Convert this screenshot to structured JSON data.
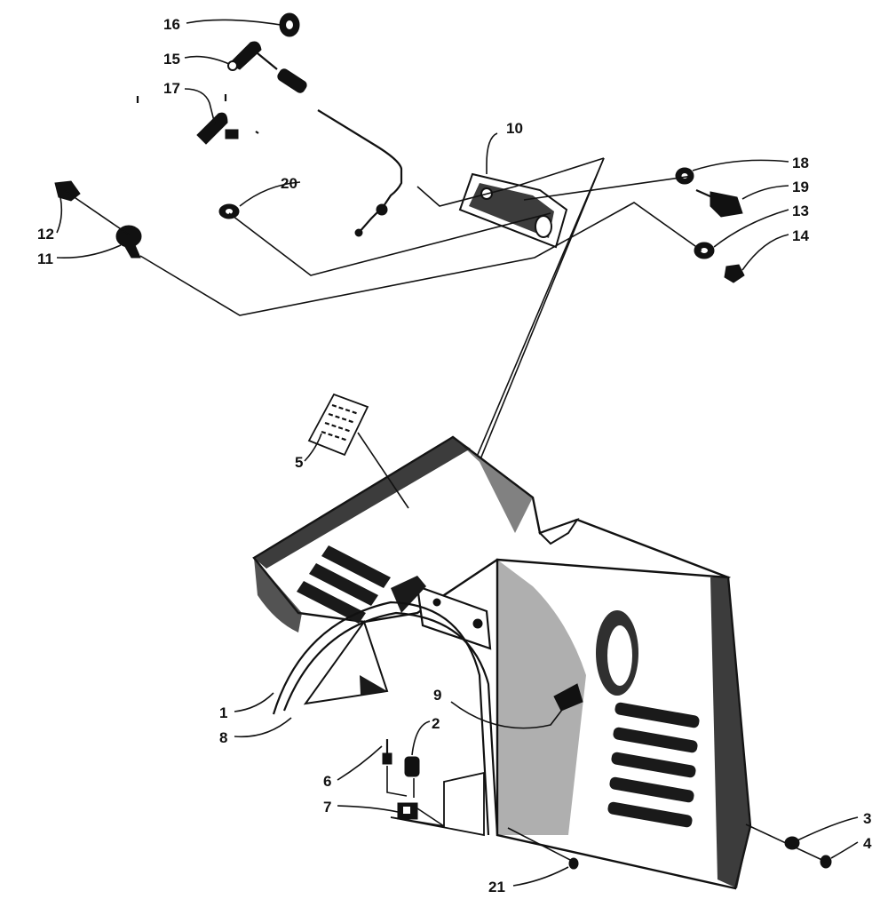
{
  "callouts": [
    "1",
    "2",
    "3",
    "4",
    "5",
    "6",
    "7",
    "8",
    "9",
    "10",
    "11",
    "12",
    "13",
    "14",
    "15",
    "16",
    "17",
    "18",
    "19",
    "20",
    "21"
  ],
  "colors": {
    "ink": "#111111",
    "paper": "#ffffff"
  }
}
